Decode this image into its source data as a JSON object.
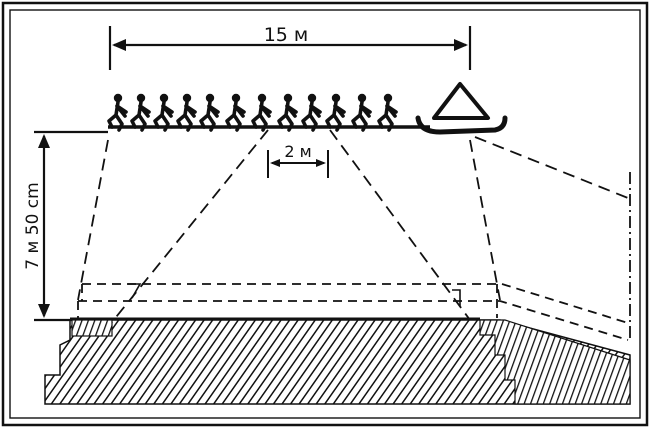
{
  "labels": {
    "width_top": "15 м",
    "width_mid": "2 м",
    "height": "7 м 50 cm"
  }
}
